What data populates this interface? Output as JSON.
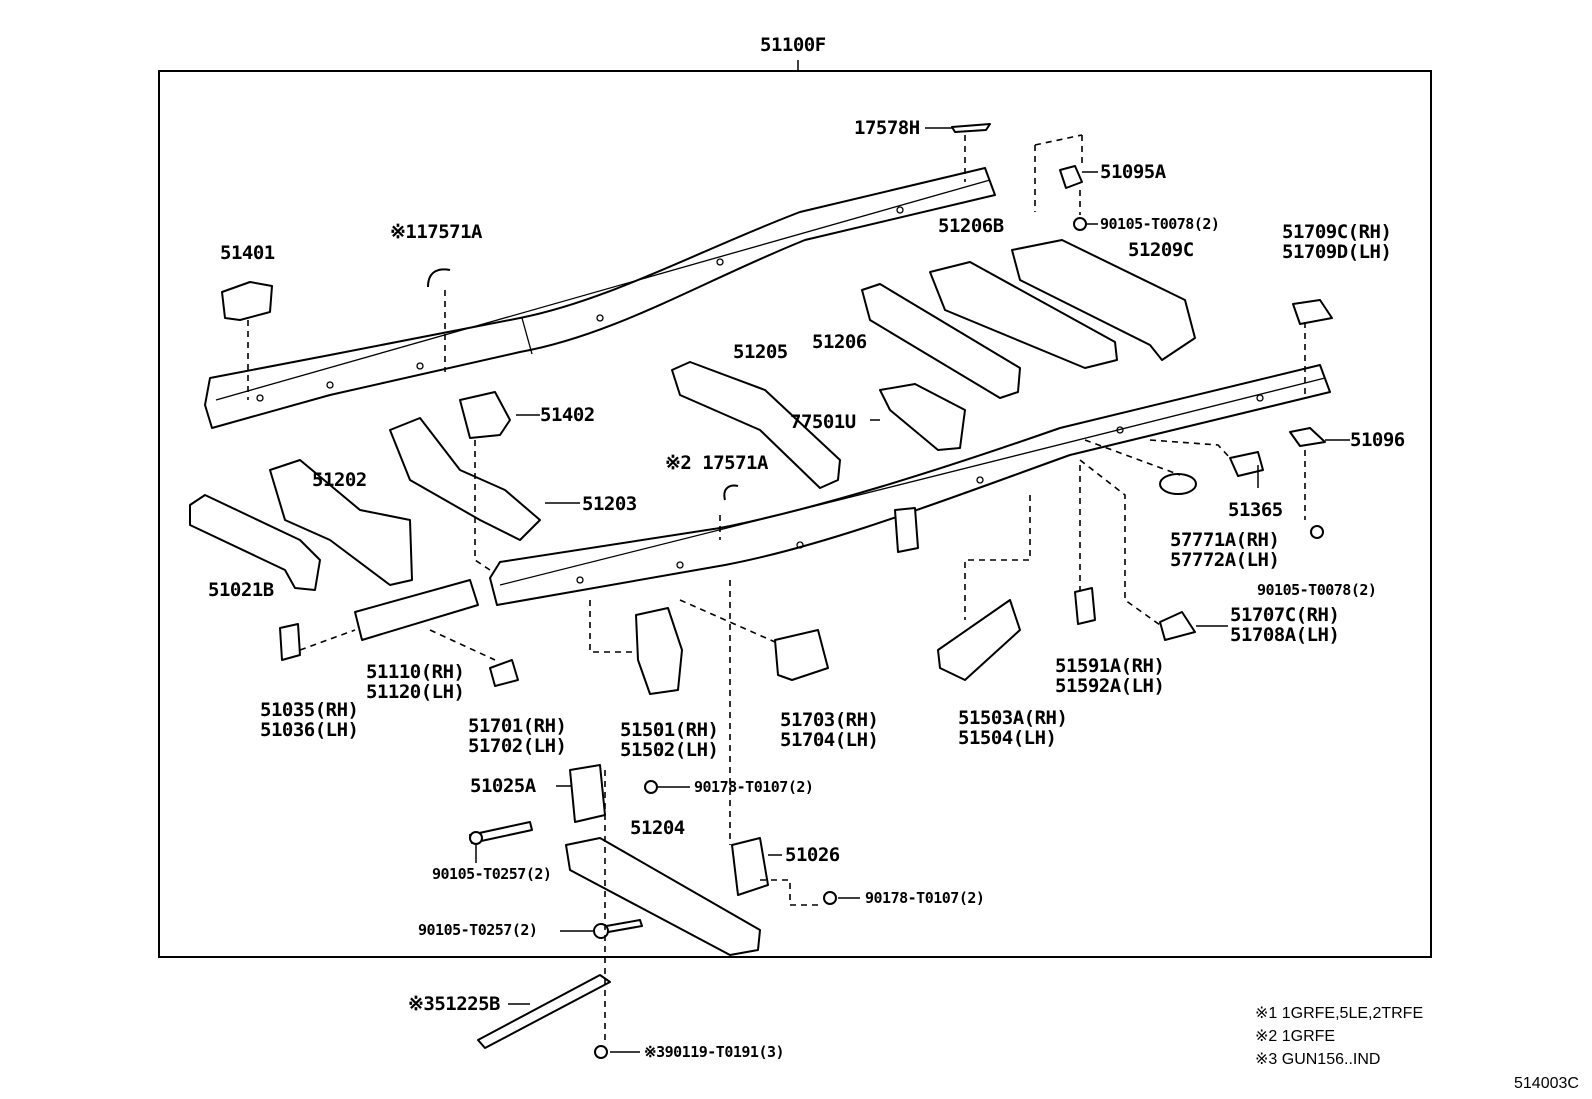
{
  "diagram": {
    "assembly_label": "51100F",
    "labels": {
      "p17578h": "17578H",
      "p51095a": "51095A",
      "bolt_9010578_top": "90105-T0078(2)",
      "p51206b": "51206B",
      "p51209c": "51209C",
      "p51709": "51709C(RH)\n51709D(LH)",
      "p51401": "51401",
      "p17571a_1": "※117571A",
      "p51206": "51206",
      "p51205": "51205",
      "p77501u": "77501U",
      "p51402": "51402",
      "p51096": "51096",
      "p17571a_2": "※2 17571A",
      "p51202": "51202",
      "p51203": "51203",
      "p51365": "51365",
      "p57771": "57771A(RH)\n57772A(LH)",
      "bolt_9010578_right": "90105-T0078(2)",
      "p51021b": "51021B",
      "p51707": "51707C(RH)\n51708A(LH)",
      "p51035": "51035(RH)\n51036(LH)",
      "p51110": "51110(RH)\n51120(LH)",
      "p51591": "51591A(RH)\n51592A(LH)",
      "p51701": "51701(RH)\n51702(LH)",
      "p51501": "51501(RH)\n51502(LH)",
      "p51703": "51703(RH)\n51704(LH)",
      "p51503": "51503A(RH)\n51504(LH)",
      "p51025a": "51025A",
      "nut_90178_a": "90178-T0107(2)",
      "p51204": "51204",
      "p51026": "51026",
      "bolt_90105257_a": "90105-T0257(2)",
      "nut_90178_b": "90178-T0107(2)",
      "bolt_90105257_b": "90105-T0257(2)",
      "p51225b": "※351225B",
      "bolt_90119": "※390119-T0191(3)"
    },
    "footnotes": [
      "※1 1GRFE,5LE,2TRFE",
      "※2 1GRFE",
      "※3 GUN156..IND"
    ],
    "figure_id": "514003C"
  }
}
